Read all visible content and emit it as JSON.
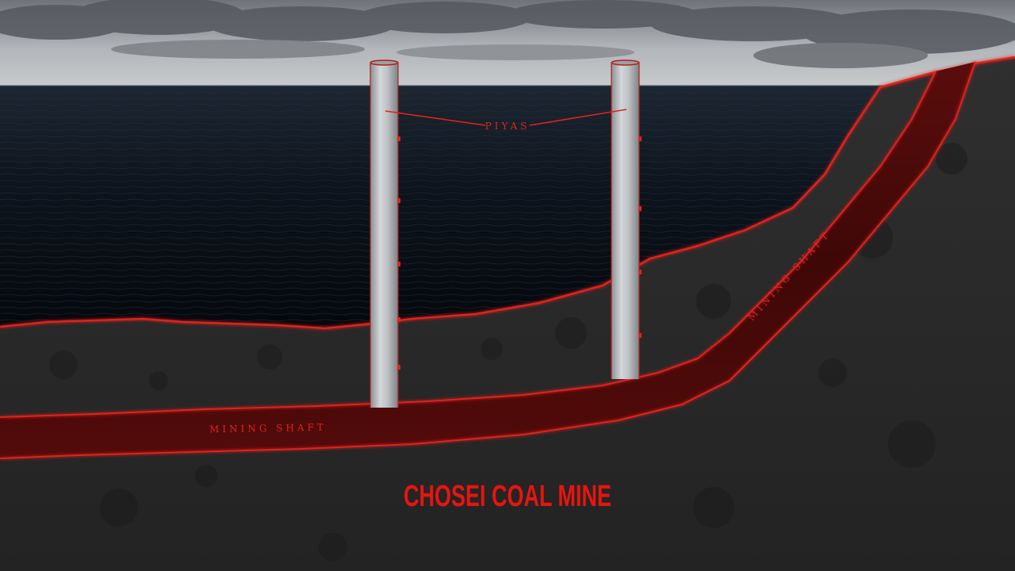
{
  "diagram": {
    "title": "CHOSEI COAL MINE",
    "piyas_label": "PIYAS",
    "shaft_label_lower": "MINING   SHAFT",
    "shaft_label_upper": "MINING   SHAFT"
  },
  "colors": {
    "accent": "#e0231f",
    "sea": "#0c131c",
    "rock": "#2c2c2c",
    "pillar": "#b9bdc0"
  }
}
